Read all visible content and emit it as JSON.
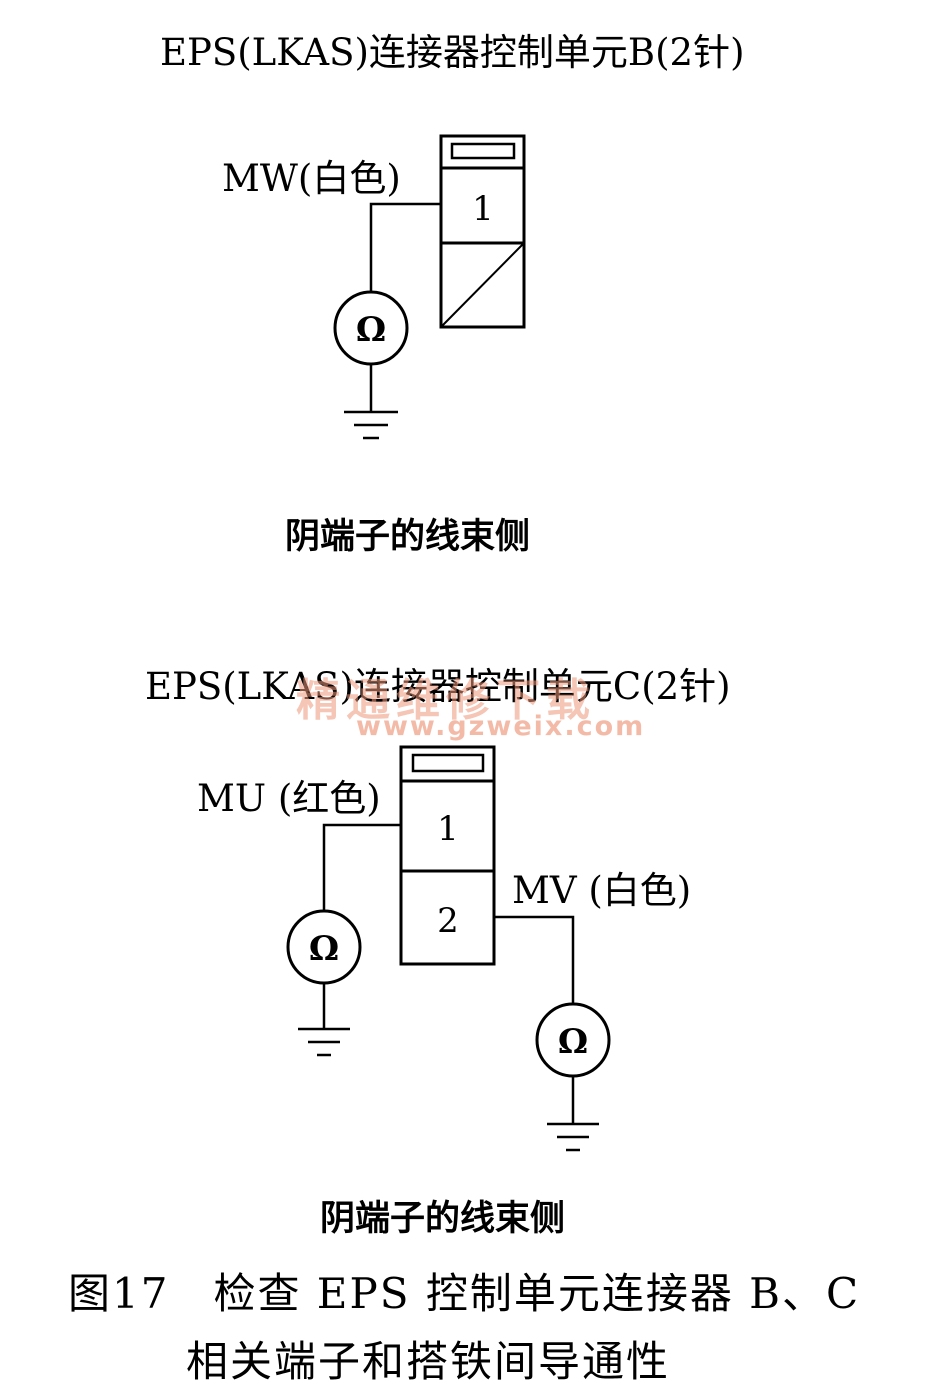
{
  "diagram_b": {
    "title": "EPS(LKAS)连接器控制单元B(2针)",
    "wire_label": "MW(白色)",
    "pin_1": "1",
    "ohm_symbol": "Ω",
    "side_label": "阴端子的线束侧"
  },
  "diagram_c": {
    "title": "EPS(LKAS)连接器控制单元C(2针)",
    "wire_label_1": "MU (红色)",
    "wire_label_2": "MV (白色)",
    "pin_1": "1",
    "pin_2": "2",
    "ohm_symbol_1": "Ω",
    "ohm_symbol_2": "Ω",
    "side_label": "阴端子的线束侧"
  },
  "watermark": {
    "text_cn": "精通维修下载",
    "url": "www.gzweix.com"
  },
  "caption": {
    "line1": "图17　检查 EPS 控制单元连接器 B、C",
    "line2": "相关端子和搭铁间导通性"
  }
}
